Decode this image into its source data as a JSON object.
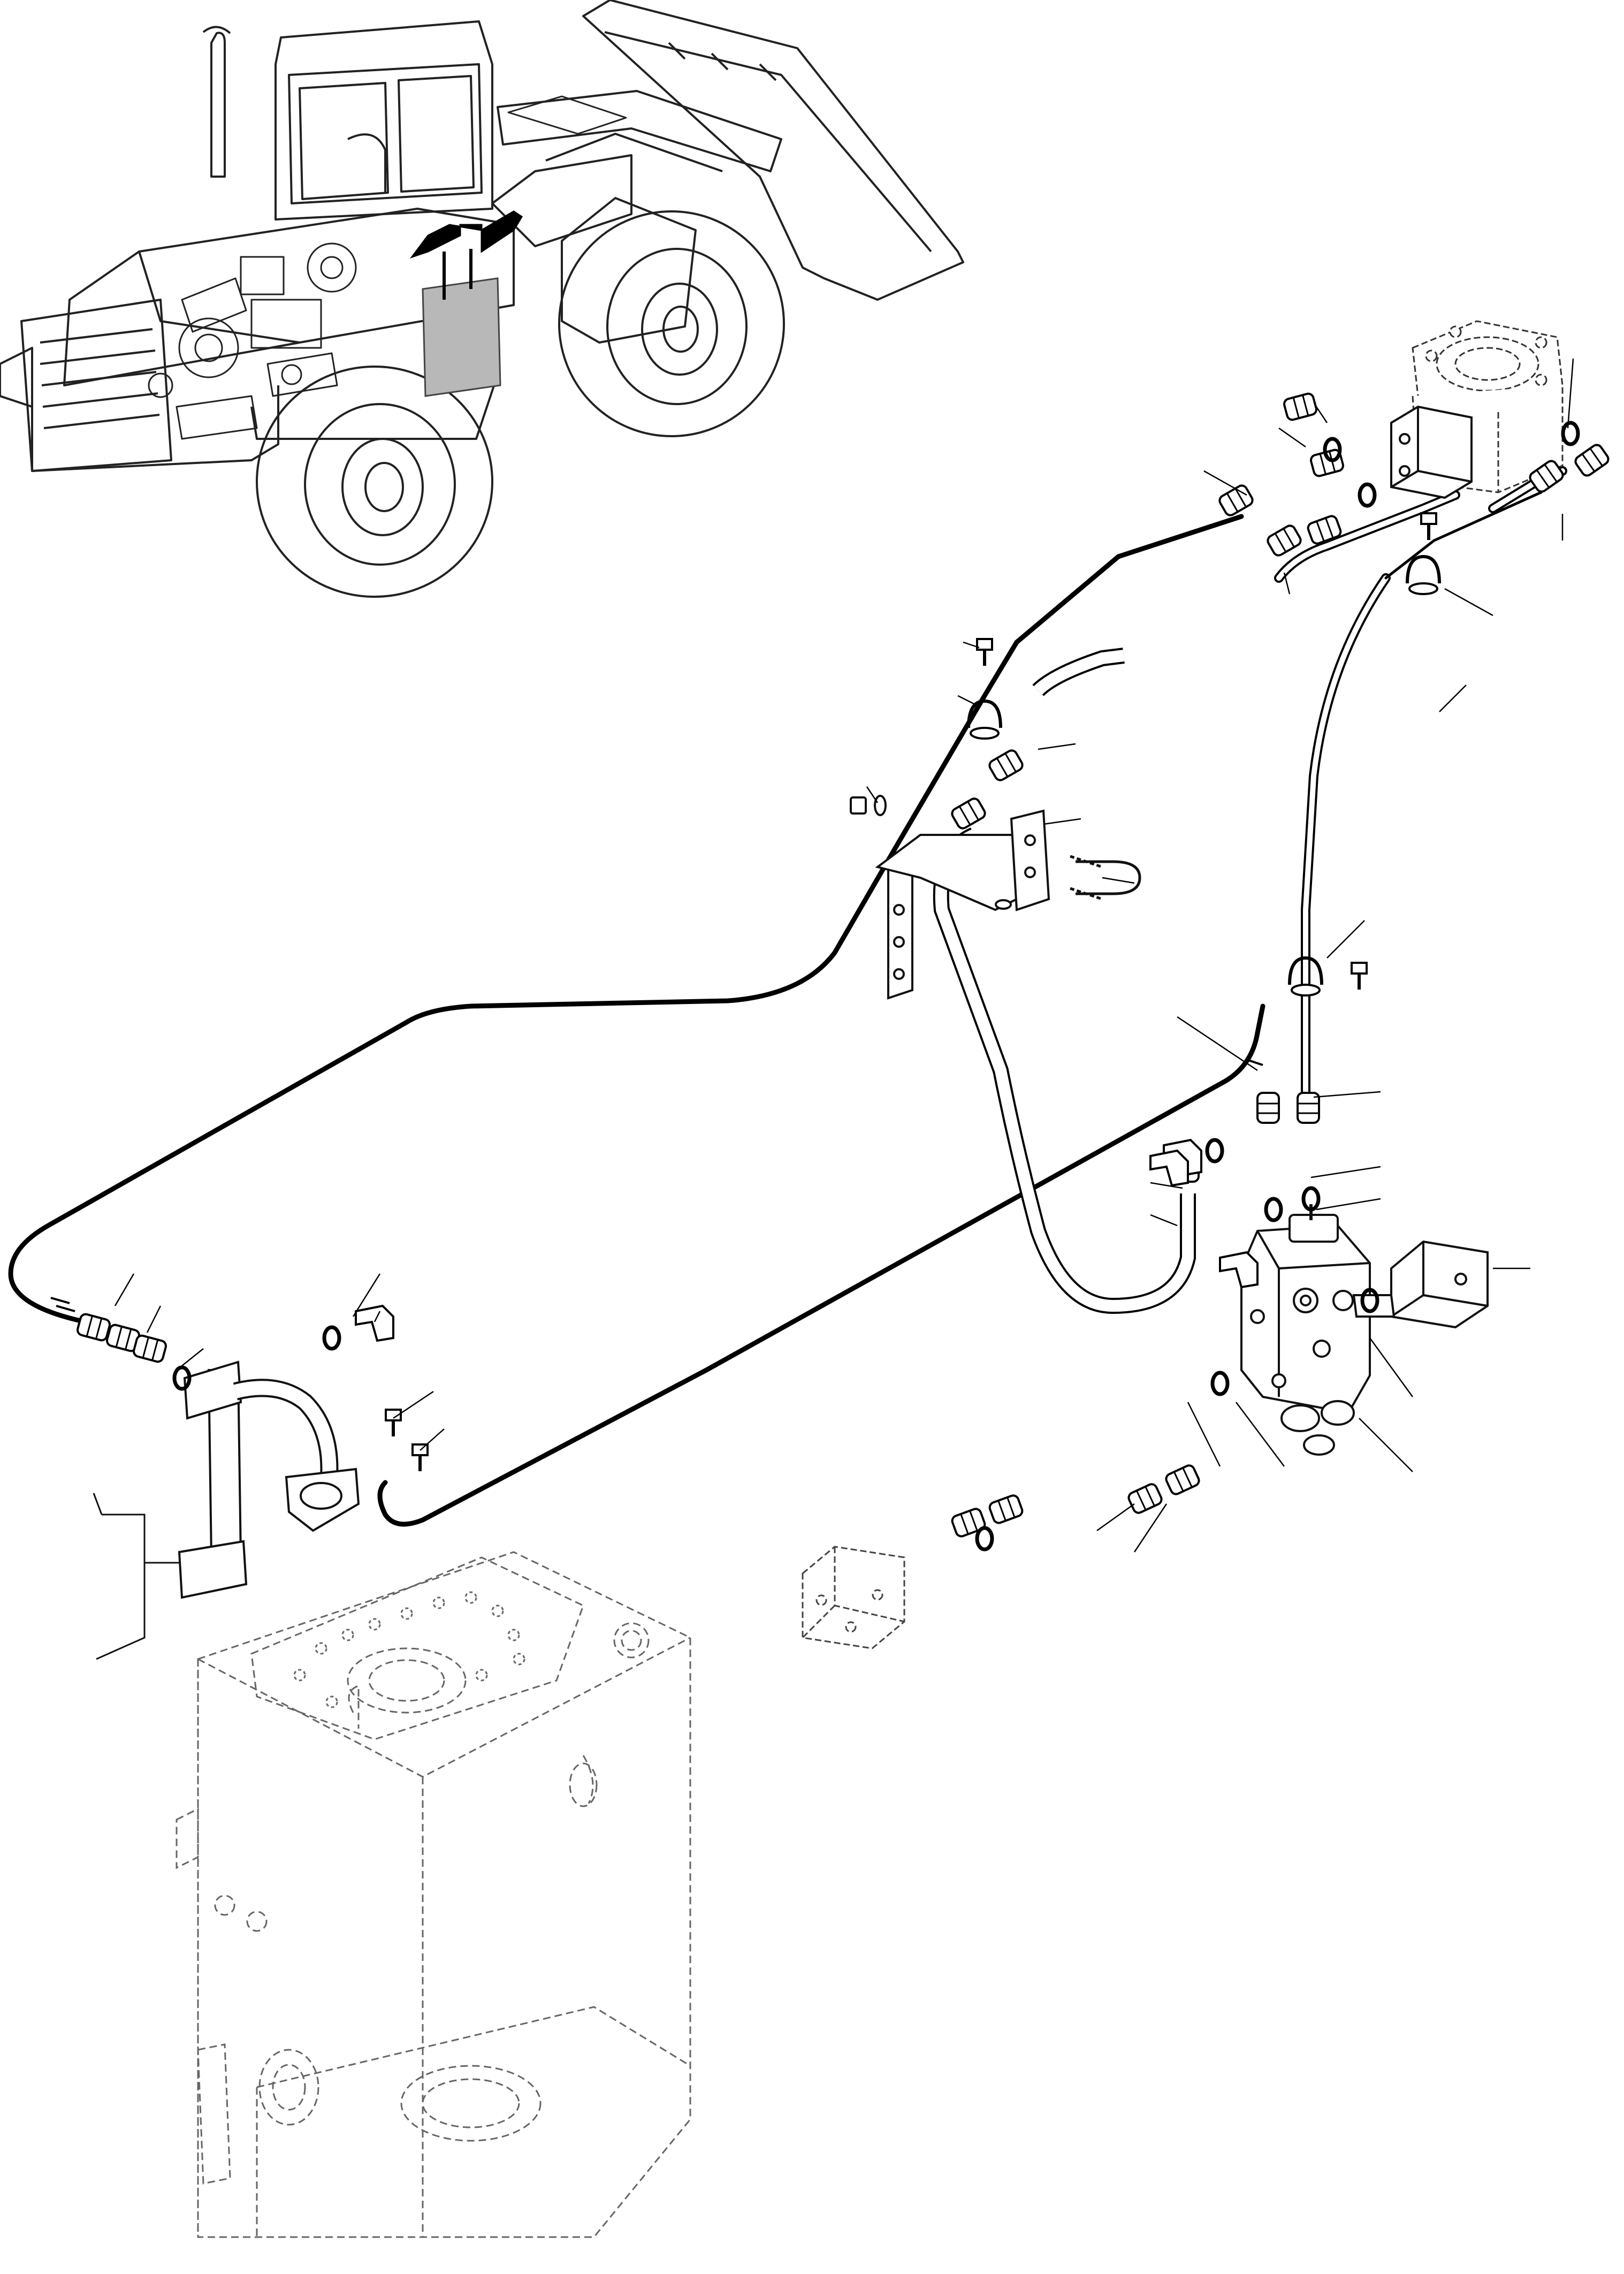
{
  "diagram": {
    "kind": "exploded-parts-drawing",
    "callout_numbers_printed": false,
    "colors": {
      "background": "#ffffff",
      "ink": "#000000",
      "outline": "#222222",
      "ghost": "#666666",
      "highlight": "#b8b8b8"
    },
    "components": [
      {
        "id": "loader-overview",
        "icon": "wheel-loader"
      },
      {
        "id": "hydraulic-tank",
        "icon": "tank-phantom"
      },
      {
        "id": "control-valve",
        "icon": "valve-block"
      },
      {
        "id": "swivel-block",
        "icon": "swivel-housing"
      },
      {
        "id": "relief-block",
        "icon": "valve-block"
      },
      {
        "id": "manifold-block",
        "icon": "block"
      },
      {
        "id": "return-hose",
        "icon": "hose"
      },
      {
        "id": "pressure-hose",
        "icon": "hose"
      },
      {
        "id": "loop-hose",
        "icon": "hose"
      },
      {
        "id": "suction-pipe",
        "icon": "pipe"
      },
      {
        "id": "mounting-bracket",
        "icon": "bracket"
      },
      {
        "id": "u-bolt",
        "icon": "u-bolt"
      }
    ]
  }
}
